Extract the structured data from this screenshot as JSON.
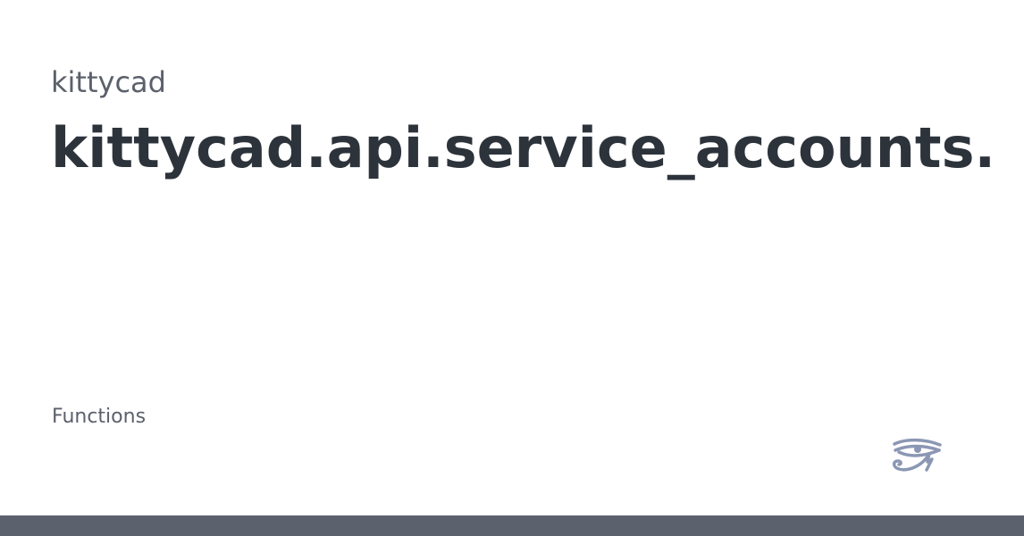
{
  "header": {
    "package_name": "kittycad",
    "module_title": "kittycad.api.service_accounts."
  },
  "content": {
    "section_label": "Functions"
  },
  "branding": {
    "logo_icon": "eye-of-horus-icon",
    "logo_color": "#8b97b3"
  },
  "footer": {
    "bar_color": "#5b626e"
  }
}
